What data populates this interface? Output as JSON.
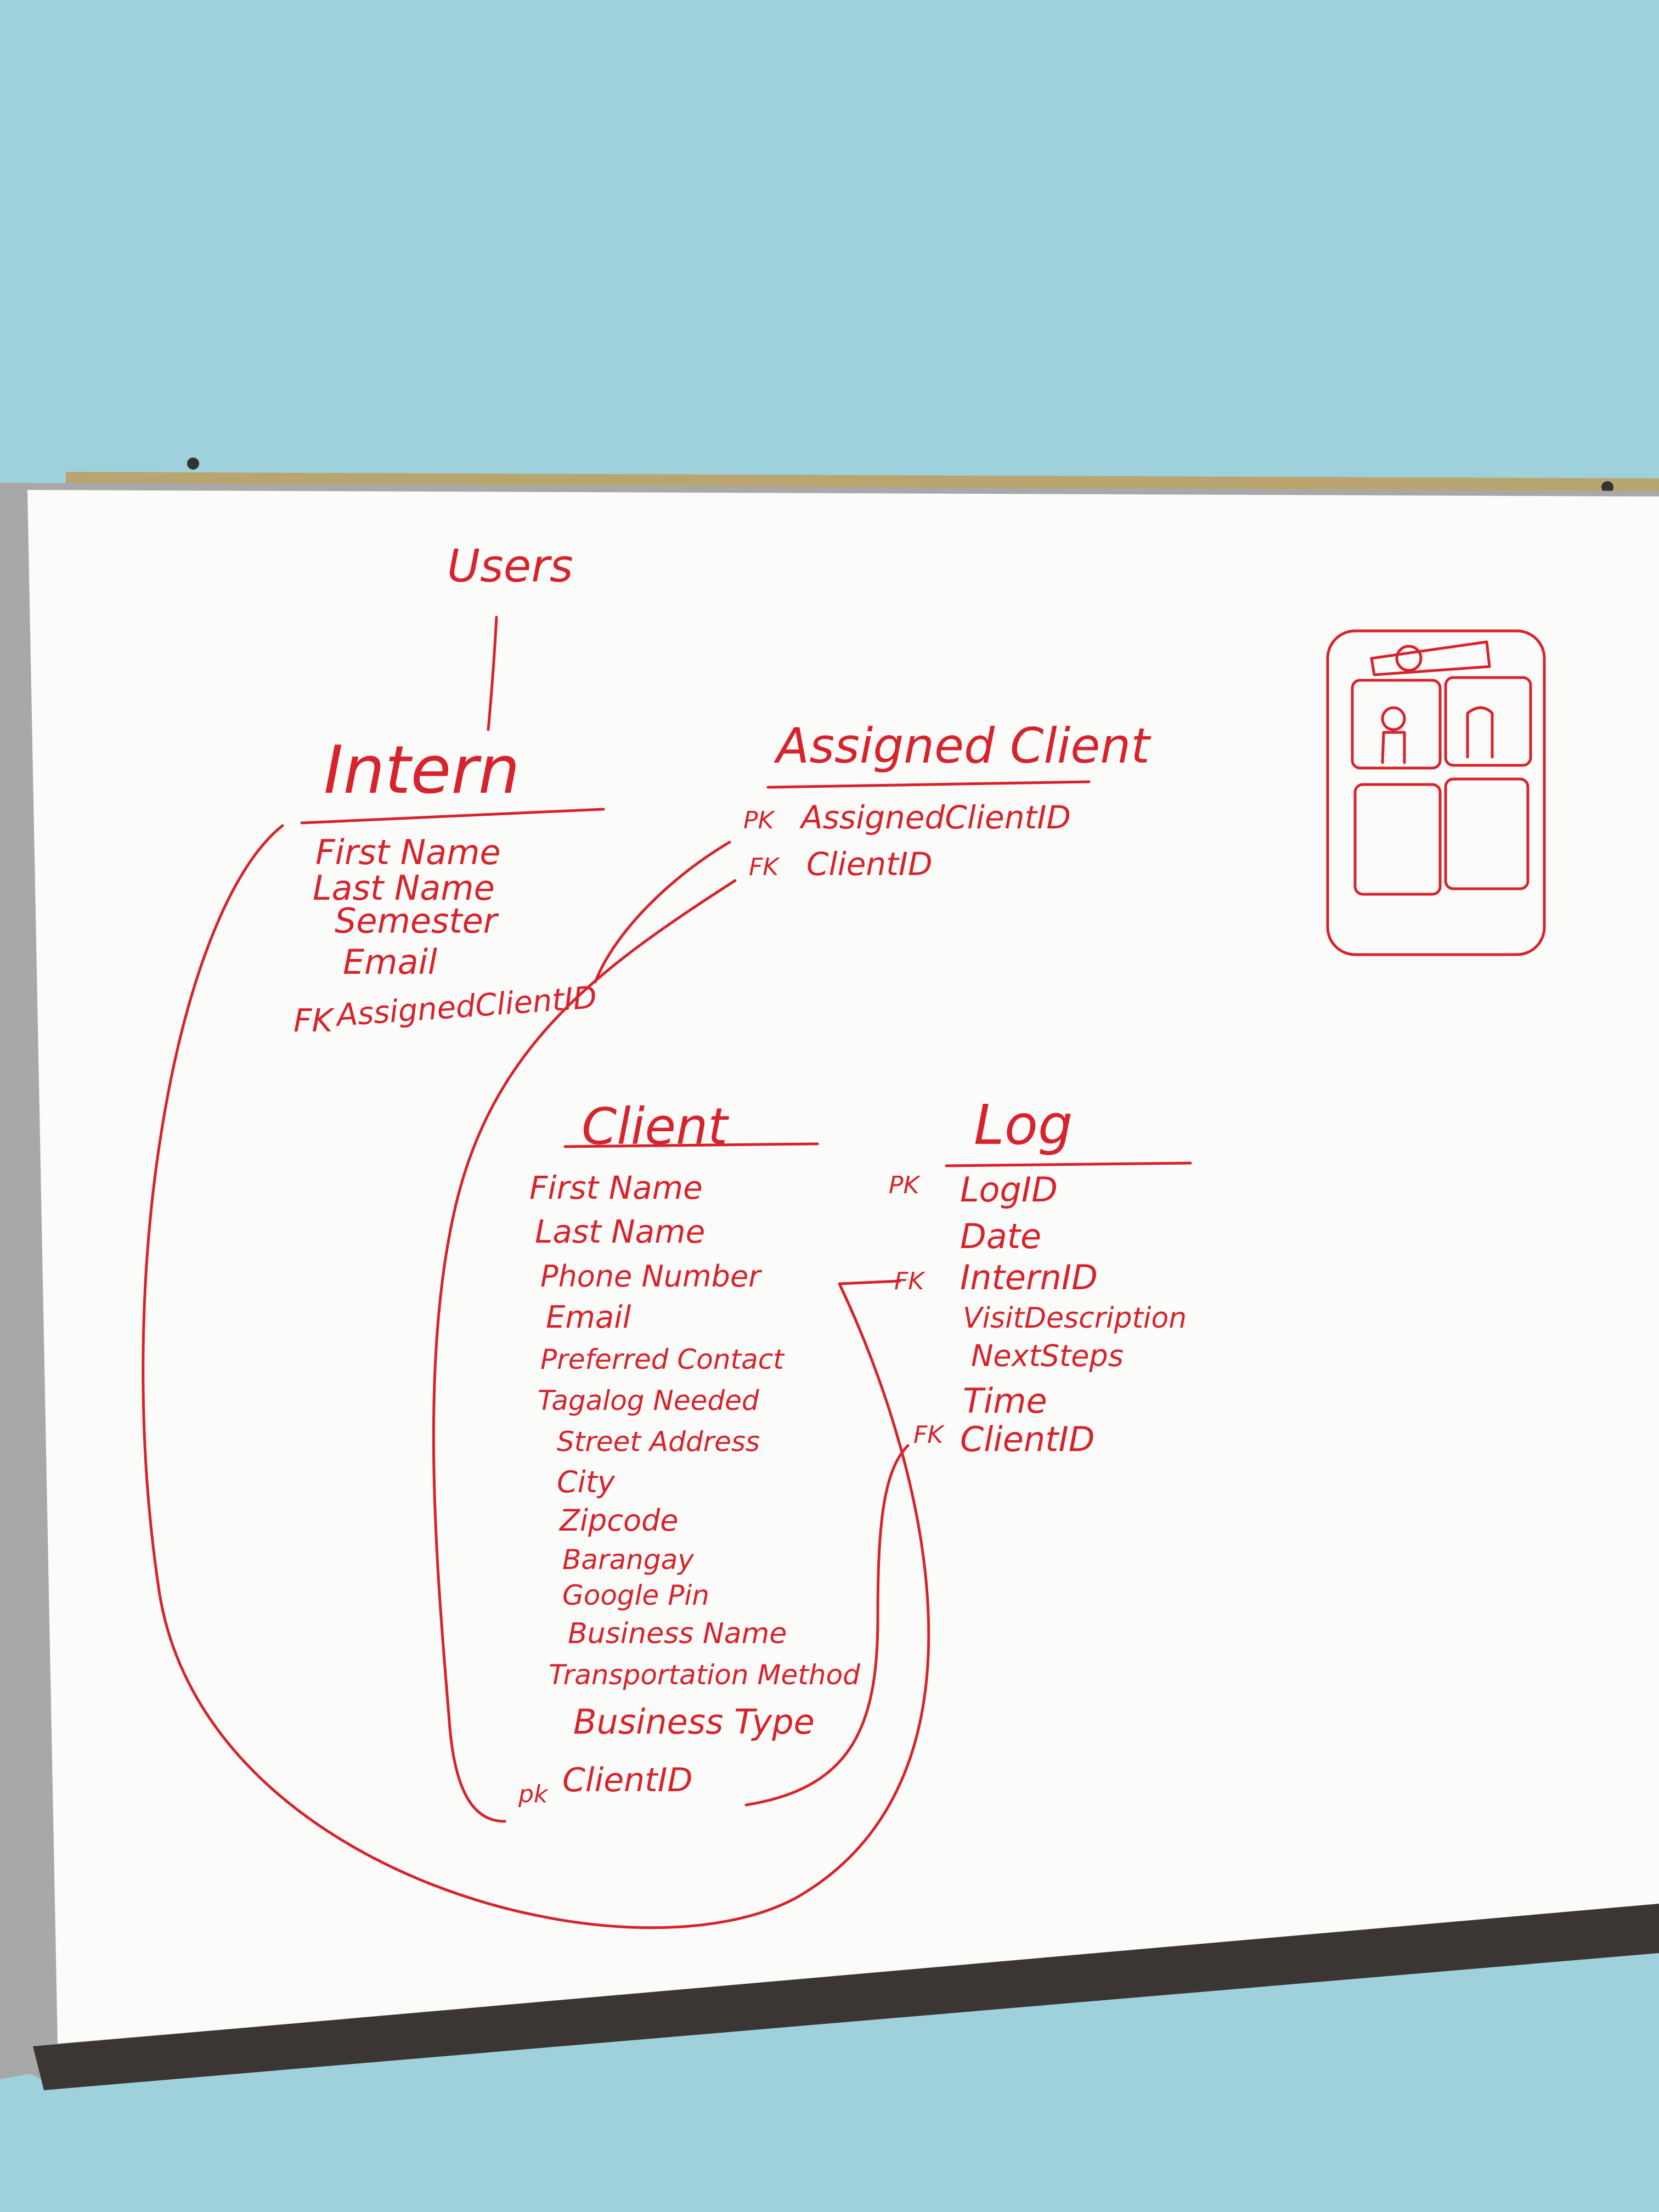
{
  "colors": {
    "wall": "#9fd1dc",
    "board": "#fbfbfa",
    "marker": "#d6232c",
    "frame": "#9a9a9a",
    "tray": "#3b3633"
  },
  "labels": {
    "users": "Users",
    "pk": "PK",
    "fk": "FK",
    "pk_lower": "pk"
  },
  "intern": {
    "title": "Intern",
    "fields": [
      "First Name",
      "Last Name",
      "Semester",
      "Email"
    ],
    "fk_field": "AssignedClientID"
  },
  "assigned_client": {
    "title": "Assigned Client",
    "pk_field": "AssignedClientID",
    "fk_field": "ClientID"
  },
  "client": {
    "title": "Client",
    "fields": [
      "First Name",
      "Last Name",
      "Phone Number",
      "Email",
      "Preferred Contact",
      "Tagalog Needed",
      "Street Address",
      "City",
      "Zipcode",
      "Barangay",
      "Google Pin",
      "Business Name",
      "Transportation Method",
      "Business Type"
    ],
    "pk_field": "ClientID"
  },
  "log": {
    "title": "Log",
    "pk_field": "LogID",
    "date": "Date",
    "fk_intern": "InternID",
    "visit": "VisitDescription",
    "next": "NextSteps",
    "time": "Time",
    "fk_client": "ClientID"
  }
}
